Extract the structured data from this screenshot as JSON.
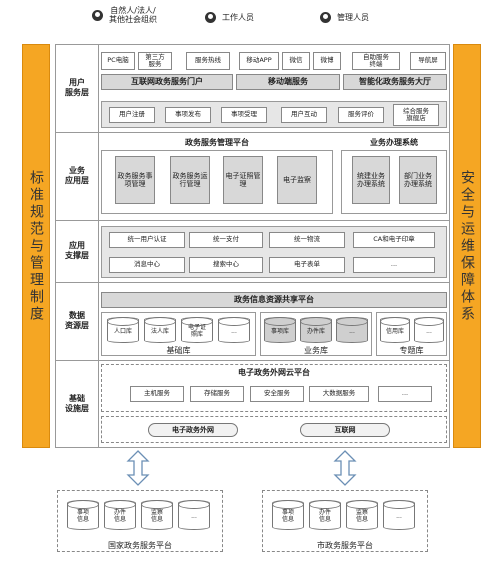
{
  "users": [
    "自然人/法人/\n其他社会组织",
    "工作人员",
    "管理人员"
  ],
  "left_bar": "标准规范与管理制度",
  "right_bar": "安全与运维保障体系",
  "layers": {
    "user_service": {
      "label": "用户\n服务层",
      "channels": [
        "PC电脑",
        "第三方\n服务",
        "服务热线",
        "移动APP",
        "微信",
        "微博",
        "自助服务\n终端",
        "导航屏"
      ],
      "portals": [
        "互联网政务服务门户",
        "移动端服务",
        "智能化政务服务大厅"
      ],
      "functions": [
        "用户注册",
        "事项发布",
        "事项受理",
        "用户互动",
        "服务评价",
        "综合服务\n旗舰店"
      ]
    },
    "business_app": {
      "label": "业务\n应用层",
      "platform_title": "政务服务管理平台",
      "platform_items": [
        "政务服务事项管理",
        "政务服务运行管理",
        "电子证照管理",
        "电子监察"
      ],
      "system_title": "业务办理系统",
      "system_items": [
        "统建业务办理系统",
        "部门业务办理系统"
      ]
    },
    "app_support": {
      "label": "应用\n支撑层",
      "row1": [
        "统一用户认证",
        "统一支付",
        "统一物流",
        "CA和电子印章"
      ],
      "row2": [
        "消息中心",
        "搜索中心",
        "电子表单",
        "..."
      ]
    },
    "data_resource": {
      "label": "数据\n资源层",
      "platform_title": "政务信息资源共享平台",
      "base_title": "基础库",
      "base_items": [
        "人口库",
        "法人库",
        "电子证\n照库",
        "..."
      ],
      "business_title": "业务库",
      "business_items": [
        "事项库",
        "办件库",
        "..."
      ],
      "topic_title": "专题库",
      "topic_items": [
        "信用库",
        "..."
      ]
    },
    "infrastructure": {
      "label": "基础\n设施层",
      "cloud_title": "电子政务外网云平台",
      "services": [
        "主机服务",
        "存储服务",
        "安全服务",
        "大数据服务",
        "..."
      ],
      "networks": [
        "电子政务外网",
        "互联网"
      ]
    }
  },
  "bottom": {
    "national": {
      "title": "国家政务服务平台",
      "items": [
        "事项\n信息",
        "办件\n信息",
        "监察\n信息",
        "..."
      ]
    },
    "city": {
      "title": "市政务服务平台",
      "items": [
        "事项\n信息",
        "办件\n信息",
        "监察\n信息",
        "..."
      ]
    }
  }
}
